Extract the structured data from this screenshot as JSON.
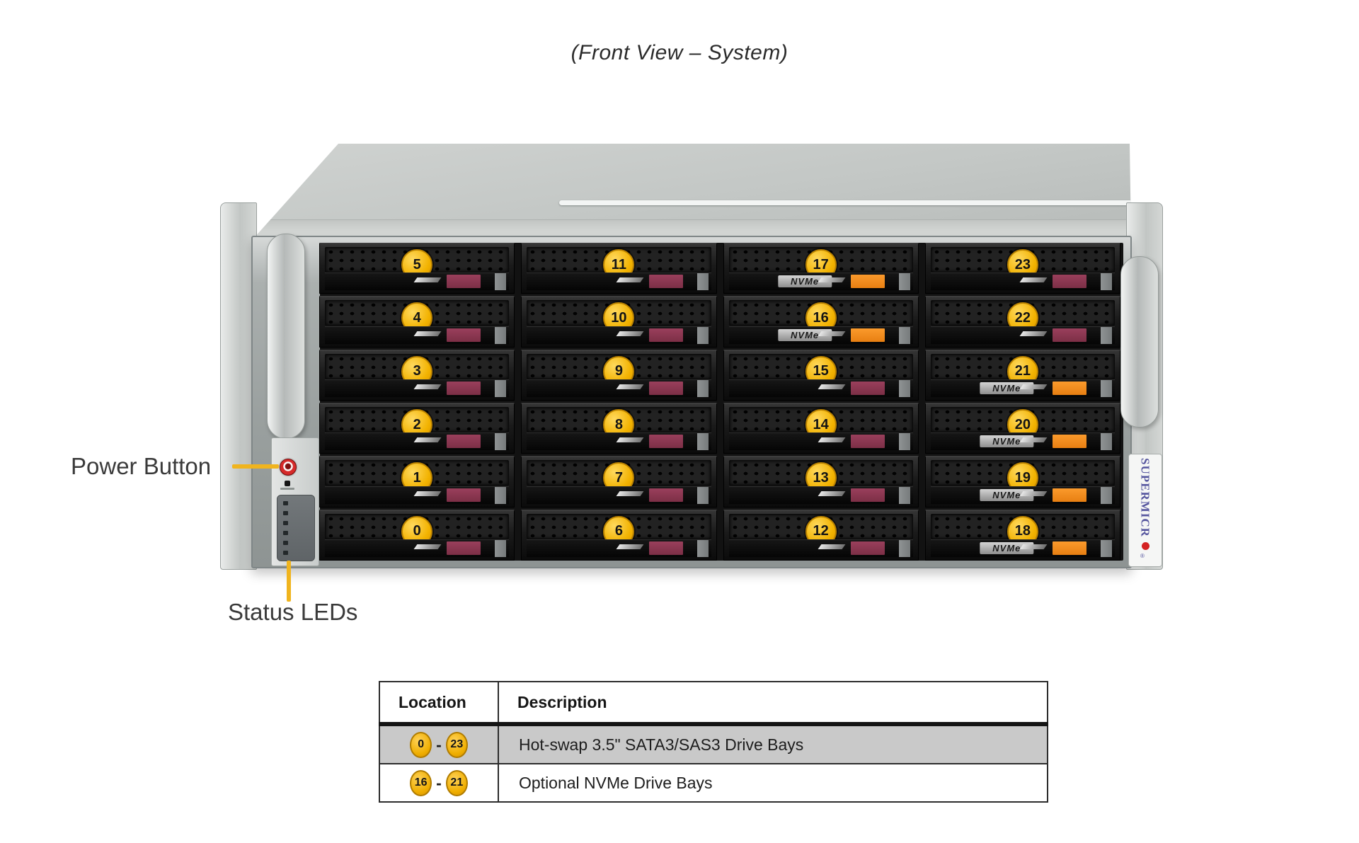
{
  "title": "(Front View – System)",
  "callouts": {
    "power_button": "Power Button",
    "status_leds": "Status LEDs"
  },
  "chassis": {
    "brand_text": "SUPERMICR",
    "brand_reg": "®"
  },
  "drive_bays": {
    "nvme_label": "NVMe",
    "columns": [
      [
        "5",
        "4",
        "3",
        "2",
        "1",
        "0"
      ],
      [
        "11",
        "10",
        "9",
        "8",
        "7",
        "6"
      ],
      [
        "17",
        "16",
        "15",
        "14",
        "13",
        "12"
      ],
      [
        "23",
        "22",
        "21",
        "20",
        "19",
        "18"
      ]
    ],
    "nvme_bays": [
      "16",
      "17",
      "18",
      "19",
      "20",
      "21"
    ],
    "led_count": 6
  },
  "table": {
    "headers": [
      "Location",
      "Description"
    ],
    "rows": [
      {
        "from": "0",
        "to": "23",
        "separator": "-",
        "description": "Hot-swap 3.5\" SATA3/SAS3 Drive Bays",
        "shaded": true
      },
      {
        "from": "16",
        "to": "21",
        "separator": "-",
        "description": "Optional NVMe Drive Bays",
        "shaded": false
      }
    ]
  },
  "colors": {
    "badge_yellow": "#f0b000",
    "callout_line": "#f0b41e",
    "nvme_latch": "#ef881d",
    "sata_latch": "#8a3550",
    "brand_blue": "#55559e",
    "shaded_row": "#c9c9c9"
  }
}
